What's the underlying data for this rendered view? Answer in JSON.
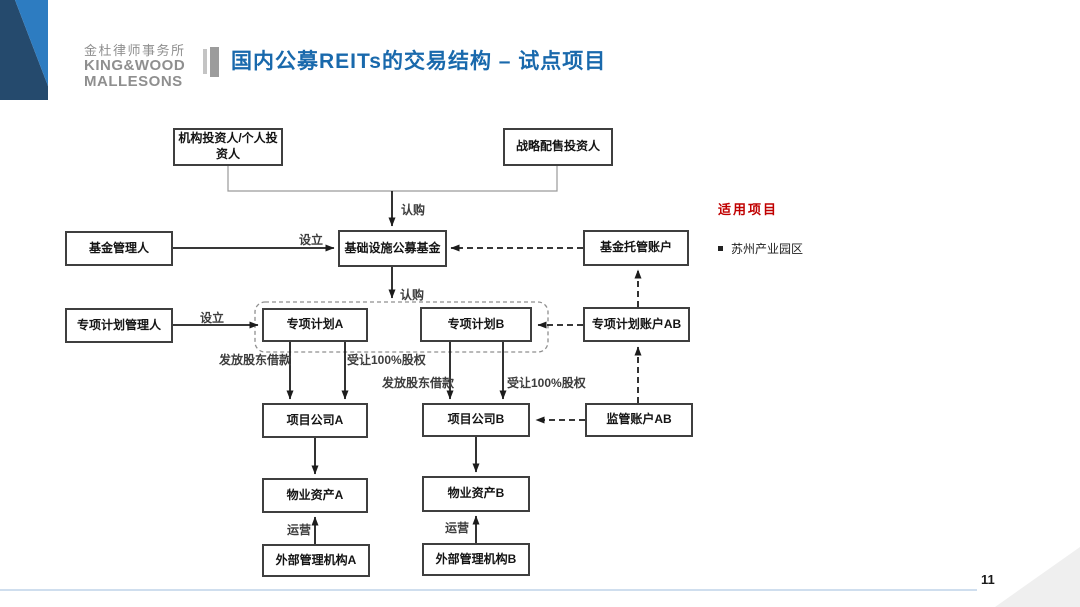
{
  "logo": {
    "cn": "金杜律师事务所",
    "en1": "KING&WOOD",
    "en2": "MALLESONS"
  },
  "title": "国内公募REITs的交易结构 – 试点项目",
  "nodes": {
    "investor_public": "机构投资人/个人投资人",
    "investor_strategic": "战略配售投资人",
    "fund_manager": "基金管理人",
    "public_fund": "基础设施公募基金",
    "custody_account": "基金托管账户",
    "abs_manager": "专项计划管理人",
    "abs_plan_a": "专项计划A",
    "abs_plan_b": "专项计划B",
    "abs_account_ab": "专项计划账户AB",
    "project_co_a": "项目公司A",
    "project_co_b": "项目公司B",
    "supervision_account_ab": "监管账户AB",
    "property_a": "物业资产A",
    "property_b": "物业资产B",
    "ext_manager_a": "外部管理机构A",
    "ext_manager_b": "外部管理机构B"
  },
  "edge_labels": {
    "subscribe_fund": "认购",
    "establish_fund": "设立",
    "subscribe_plans": "认购",
    "establish_plans": "设立",
    "loan_a": "发放股东借款",
    "equity_a": "受让100%股权",
    "loan_b": "发放股东借款",
    "equity_b": "受让100%股权",
    "operate_a": "运营",
    "operate_b": "运营"
  },
  "sidebar": {
    "heading": "适用项目",
    "items": [
      "苏州产业园区"
    ]
  },
  "footer": {
    "page_number": "11"
  },
  "colors": {
    "title_blue": "#1969ac",
    "heading_red": "#c00000",
    "logo_navy": "#254a6d",
    "logo_blue": "#2d7cc1",
    "footer_line_blue": "#cfdeee"
  }
}
